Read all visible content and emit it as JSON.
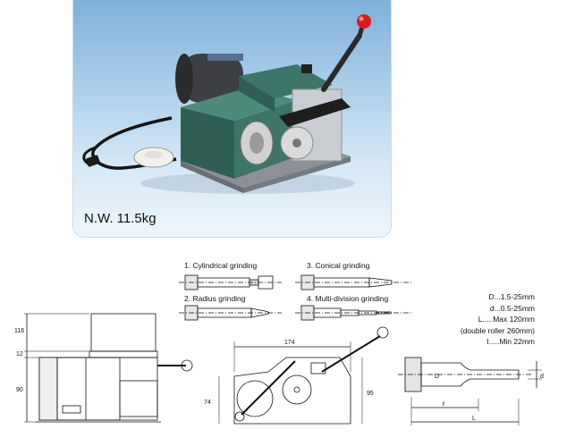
{
  "photo": {
    "net_weight": "N.W. 11.5kg"
  },
  "grinding_modes": {
    "cylindrical": "1. Cylindrical grinding",
    "conical": "3. Conical grinding",
    "radius": "2. Radius grinding",
    "multi_division": "4. Multi-division grinding"
  },
  "dimensions": {
    "h_top": "116",
    "h_mid": "12",
    "h_bottom": "90",
    "width": "174",
    "height_front": "95",
    "height_left": "74"
  },
  "workpiece": {
    "label_D": "D",
    "label_d": "d",
    "label_l": "ℓ",
    "label_L": "L"
  },
  "specs": {
    "D": "D...1.5-25mm",
    "d": "d...0.5-25mm",
    "L": "L.....Max 120mm",
    "roller": "(double roller 260mm)",
    "l": "l.....Min 22mm"
  }
}
